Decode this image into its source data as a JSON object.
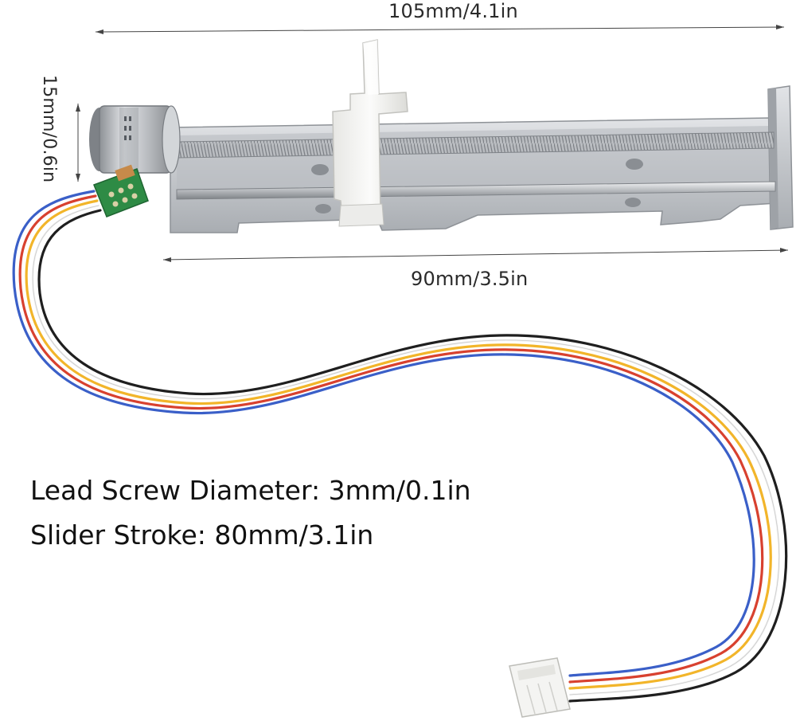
{
  "dimensions": {
    "total_length": "105mm/4.1in",
    "rail_length": "90mm/3.5in",
    "motor_height": "15mm/0.6in"
  },
  "specs": [
    "Lead Screw Diameter: 3mm/0.1in",
    "Slider Stroke: 80mm/3.1in"
  ],
  "colors": {
    "background": "#ffffff",
    "metal": "#c9ccd0",
    "slider": "#f4f4f2",
    "wire_blue": "#3a5fc8",
    "wire_red": "#d8412f",
    "wire_yellow": "#f2b52a",
    "wire_black": "#1f1f1f",
    "pcb": "#2e8b45"
  }
}
